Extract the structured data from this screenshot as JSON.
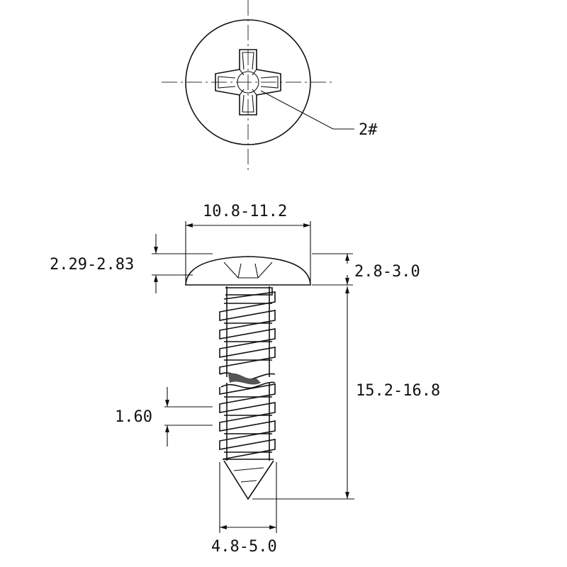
{
  "drawing": {
    "labels": {
      "drive_size": "2#",
      "head_diameter": "10.8-11.2",
      "head_height_left": "2.29-2.83",
      "head_height_right": "2.8-3.0",
      "screw_length": "15.2-16.8",
      "thread_pitch": "1.60",
      "thread_diameter": "4.8-5.0"
    },
    "colors": {
      "line": "#111111",
      "background": "#ffffff"
    }
  }
}
